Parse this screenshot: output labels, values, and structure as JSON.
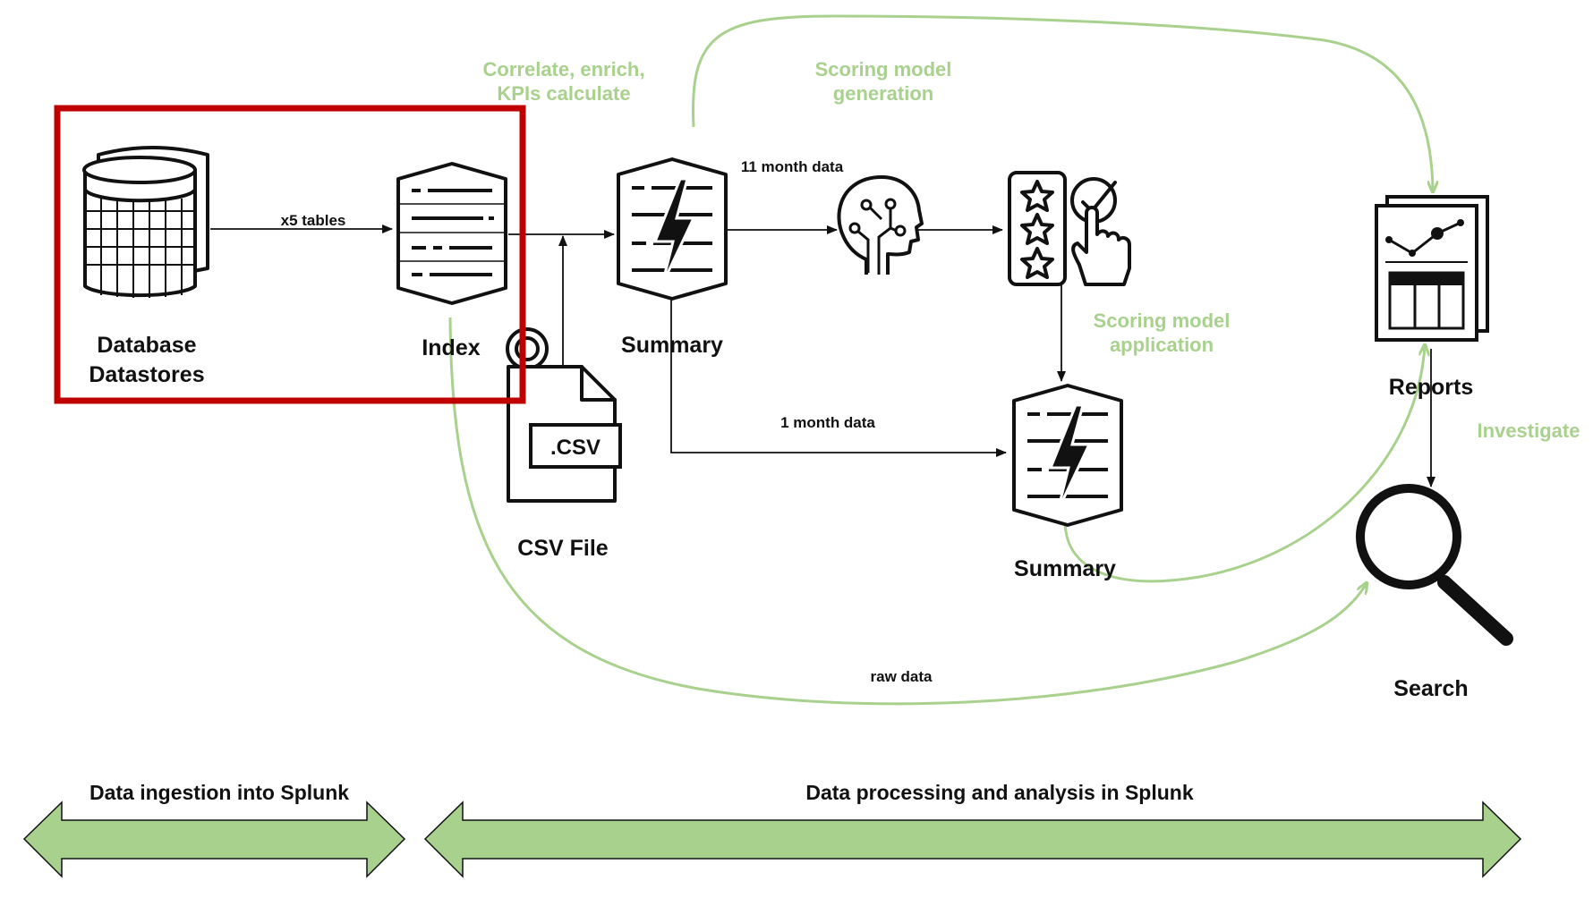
{
  "nodes": {
    "database": {
      "line1": "Database",
      "line2": "Datastores"
    },
    "index": "Index",
    "summary_top": "Summary",
    "csv_file": "CSV File",
    "csv_badge": ".CSV",
    "summary_bottom": "Summary",
    "reports": "Reports",
    "search": "Search"
  },
  "edge_labels": {
    "x5_tables": "x5 tables",
    "eleven_month": "11 month data",
    "one_month": "1 month data",
    "raw_data": "raw data"
  },
  "annotations": {
    "correlate": {
      "line1": "Correlate, enrich,",
      "line2": "KPIs calculate"
    },
    "scoring_generation": {
      "line1": "Scoring model",
      "line2": "generation"
    },
    "scoring_application": {
      "line1": "Scoring model",
      "line2": "application"
    },
    "investigate": "Investigate"
  },
  "phases": {
    "ingestion": "Data ingestion into Splunk",
    "processing": "Data processing and analysis in Splunk"
  },
  "colors": {
    "accent_green": "#a9d18e",
    "highlight_red": "#c00000",
    "ink": "#111111"
  },
  "icons": [
    "database-icon",
    "index-icon",
    "summary-icon",
    "csv-file-icon",
    "brain-icon",
    "rating-icon",
    "reports-icon",
    "magnifier-icon"
  ]
}
